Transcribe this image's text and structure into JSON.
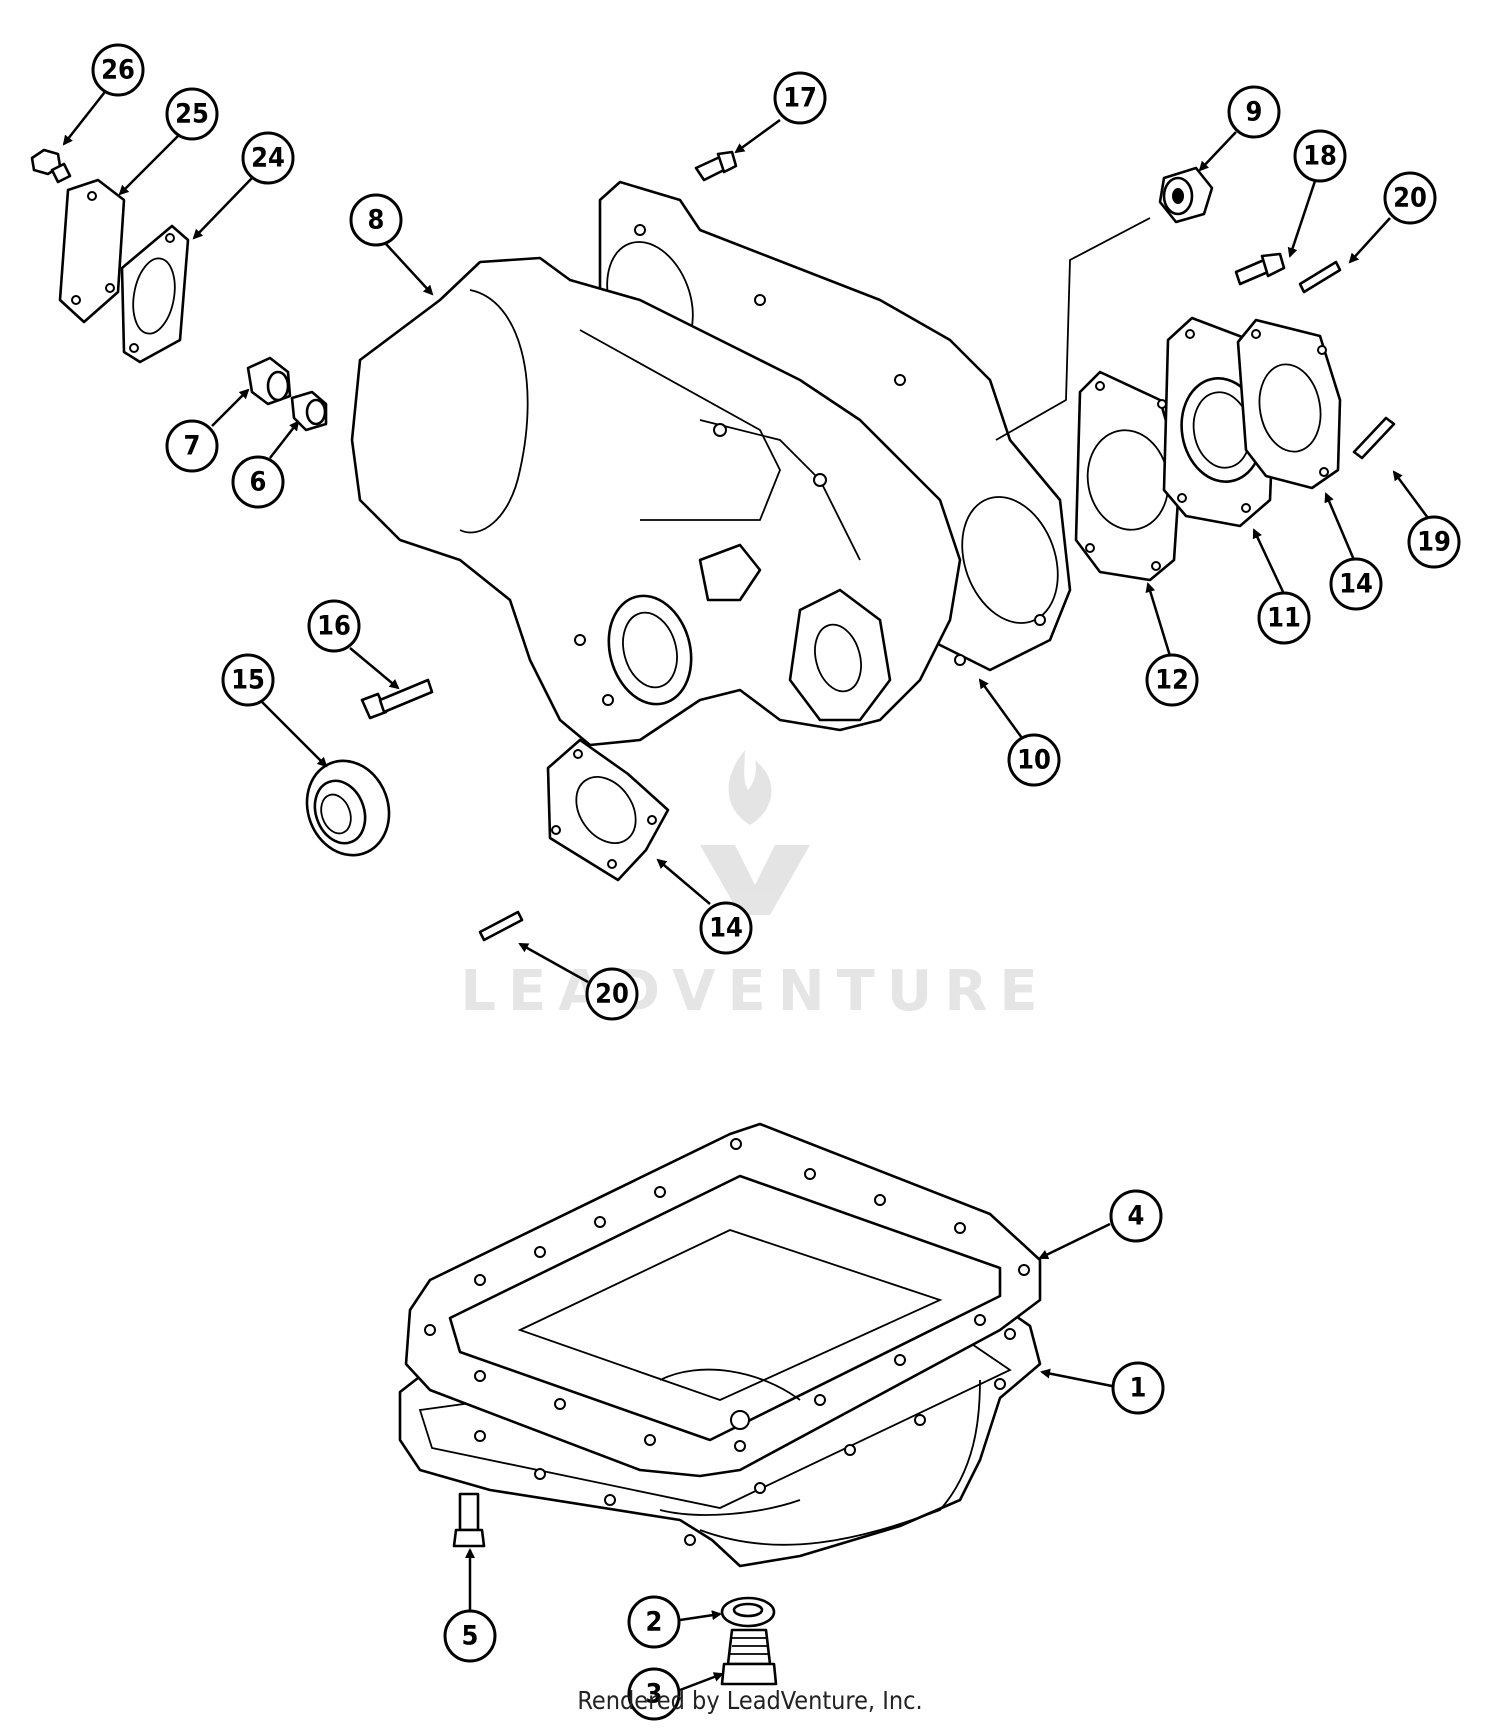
{
  "diagram": {
    "callouts": [
      "26",
      "25",
      "24",
      "17",
      "8",
      "9",
      "18",
      "20",
      "7",
      "6",
      "12",
      "11",
      "14",
      "19",
      "16",
      "15",
      "10",
      "14",
      "20",
      "4",
      "1",
      "5",
      "2",
      "3"
    ],
    "watermark": "LEADVENTURE",
    "footer": "Rendered by LeadVenture, Inc."
  }
}
